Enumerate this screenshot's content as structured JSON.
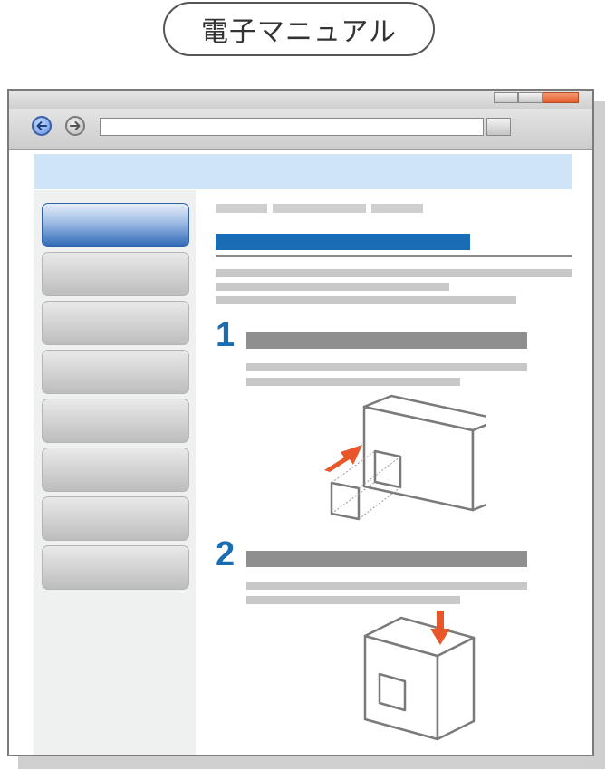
{
  "page_title": "電子マニュアル",
  "browser": {
    "address_value": "",
    "nav_icons": [
      "back-arrow-icon",
      "forward-arrow-icon"
    ]
  },
  "steps": [
    {
      "number": "1"
    },
    {
      "number": "2"
    }
  ],
  "colors": {
    "accent_blue": "#1a6db5",
    "arrow_orange": "#e8562a",
    "header_band": "#cfe4f7",
    "sidebar_bg": "#eff0f0"
  },
  "sidebar": {
    "item_count": 8,
    "active_index": 0
  }
}
